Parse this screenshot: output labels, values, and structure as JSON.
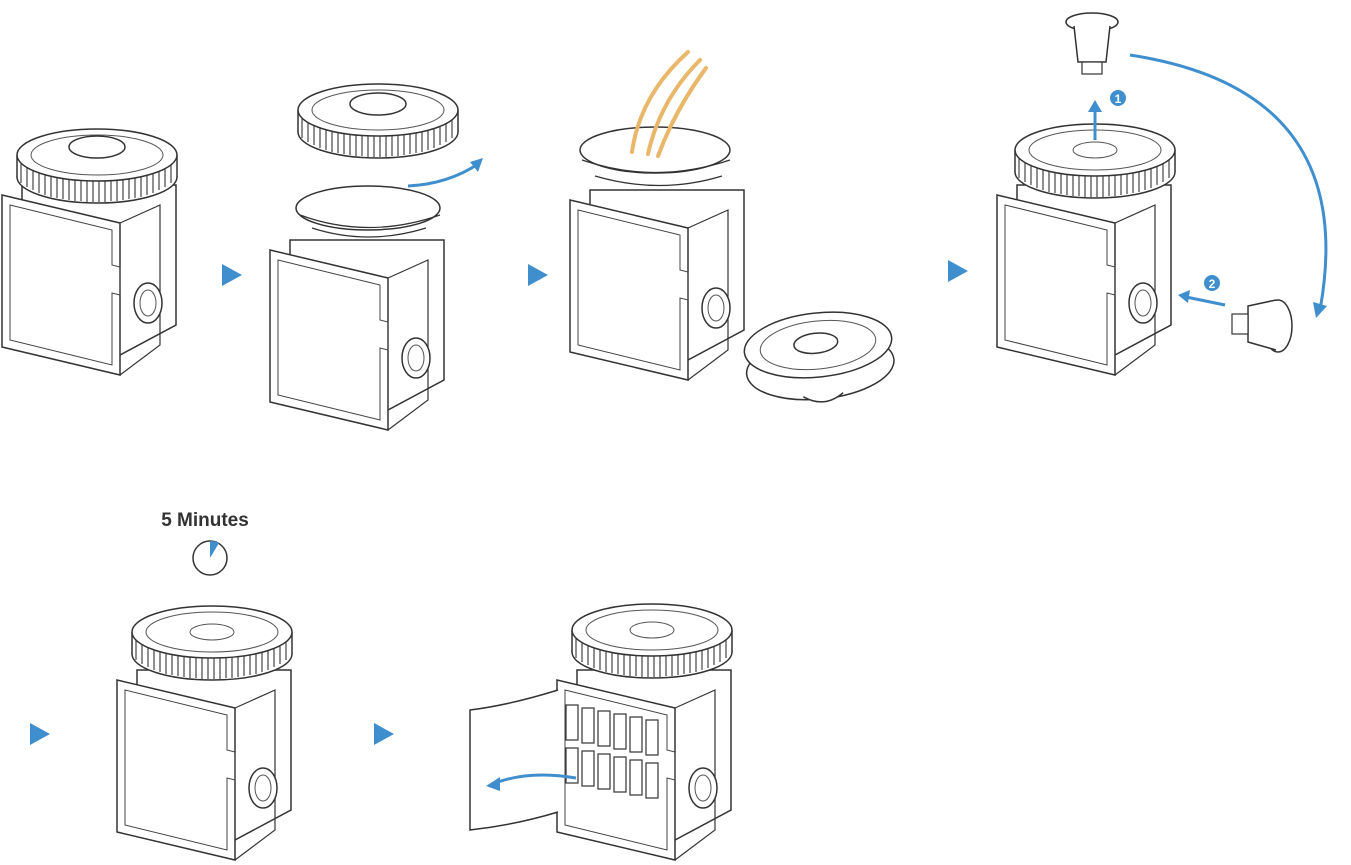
{
  "steps": [
    {
      "id": 1,
      "action": "closed-cup"
    },
    {
      "id": 2,
      "action": "unscrew-lid"
    },
    {
      "id": 3,
      "action": "insert-swab"
    },
    {
      "id": 4,
      "action": "remove-plunger-and-reinsert"
    },
    {
      "id": 5,
      "action": "wait"
    },
    {
      "id": 6,
      "action": "peel-label"
    }
  ],
  "timer": {
    "label": "5 Minutes"
  },
  "step4_markers": {
    "first": "1",
    "second": "2"
  },
  "colors": {
    "accent": "#3f8fcf",
    "outline": "#333333",
    "swab": "#e9b76a",
    "background": "#ffffff"
  },
  "icons": {
    "next_step": "triangle-right-icon",
    "timer": "stopwatch-icon"
  }
}
